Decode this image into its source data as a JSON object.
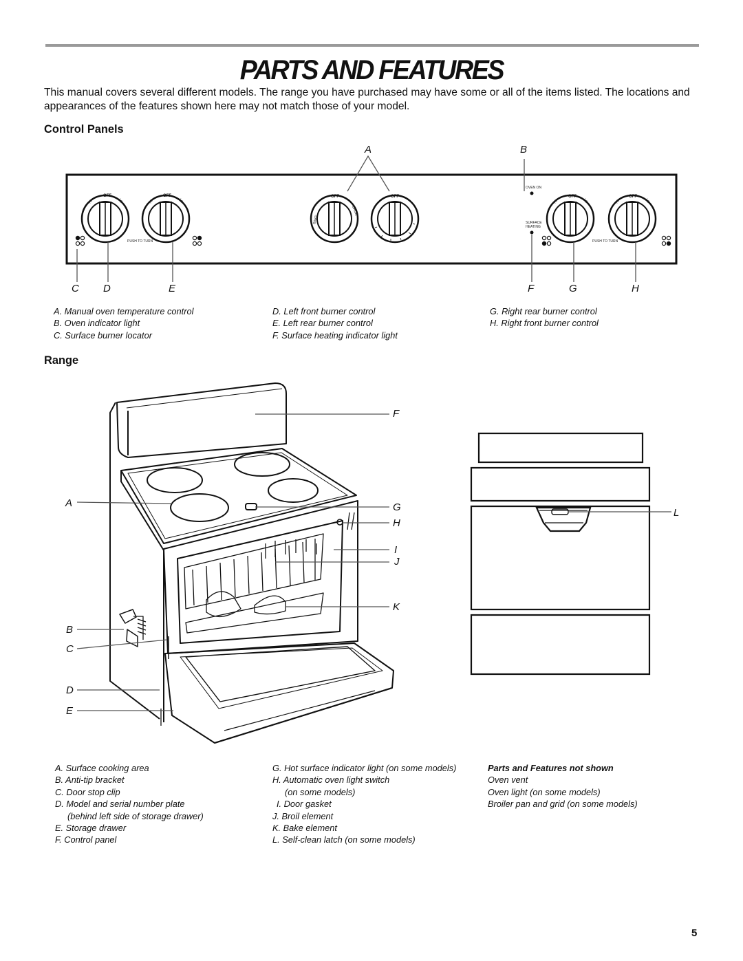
{
  "page": {
    "title": "PARTS AND FEATURES",
    "intro": "This manual covers several different models. The range you have purchased may have some or all of the items listed. The locations and appearances of the features shown here may not match those of your model.",
    "page_number": "5"
  },
  "control_panels": {
    "heading": "Control Panels",
    "letters": {
      "A": "A",
      "B": "B",
      "C": "C",
      "D": "D",
      "E": "E",
      "F": "F",
      "G": "G",
      "H": "H"
    },
    "knob_text": {
      "off": "OFF",
      "hi": "HI",
      "lo": "LO",
      "bake": "BAKE",
      "broil": "BROIL",
      "push_to_turn": "PUSH TO TURN",
      "oven_on": "OVEN ON",
      "surface_heating": "SURFACE HEATING"
    },
    "legend_col1": [
      "A. Manual oven temperature control",
      "B. Oven indicator light",
      "C. Surface burner locator"
    ],
    "legend_col2": [
      "D. Left front burner control",
      "E. Left rear burner control",
      "F. Surface heating indicator light"
    ],
    "legend_col3": [
      "G. Right rear burner control",
      "H. Right front burner control"
    ]
  },
  "range": {
    "heading": "Range",
    "letters": {
      "A": "A",
      "B": "B",
      "C": "C",
      "D": "D",
      "E": "E",
      "F": "F",
      "G": "G",
      "H": "H",
      "I": "I",
      "J": "J",
      "K": "K",
      "L": "L"
    },
    "legend_col1": [
      "A. Surface cooking area",
      "B. Anti-tip bracket",
      "C. Door stop clip",
      "D. Model and serial number plate",
      "(behind left side of storage drawer)",
      "E. Storage drawer",
      "F. Control panel"
    ],
    "legend_col2": [
      "G. Hot surface indicator light (on some models)",
      "H. Automatic oven light switch",
      "(on some models)",
      "I. Door gasket",
      "J. Broil element",
      "K. Bake element",
      "L. Self-clean latch (on some models)"
    ],
    "not_shown_heading": "Parts and Features not shown",
    "not_shown": [
      "Oven vent",
      "Oven light (on some models)",
      "Broiler pan and grid (on some models)"
    ]
  }
}
